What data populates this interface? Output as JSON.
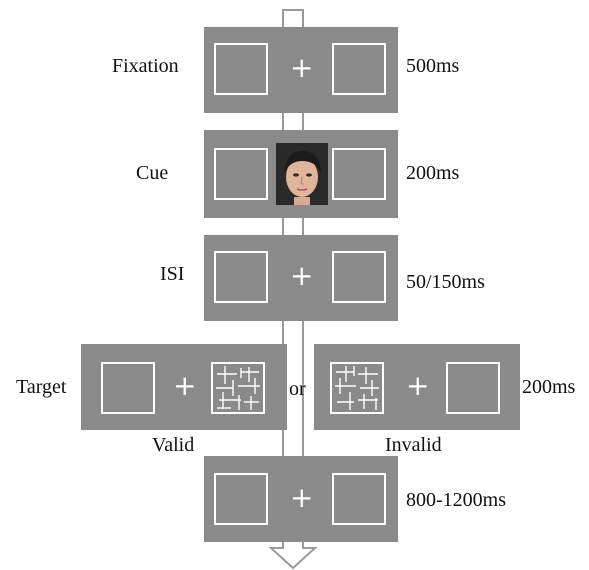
{
  "labels": {
    "fixation": "Fixation",
    "cue": "Cue",
    "isi": "ISI",
    "target": "Target",
    "or": "or",
    "valid": "Valid",
    "invalid": "Invalid"
  },
  "durations": {
    "fixation": "500ms",
    "cue": "200ms",
    "isi": "50/150ms",
    "target": "200ms",
    "iti": "800-1200ms"
  },
  "fixation_symbol": "+",
  "icons": {
    "cue_face": "face-photo-icon",
    "target_stimulus": "grid-stimulus-icon"
  },
  "colors": {
    "panel": "#8a8a8a",
    "frame": "#ffffff",
    "arrow": "#9a9a9a"
  }
}
